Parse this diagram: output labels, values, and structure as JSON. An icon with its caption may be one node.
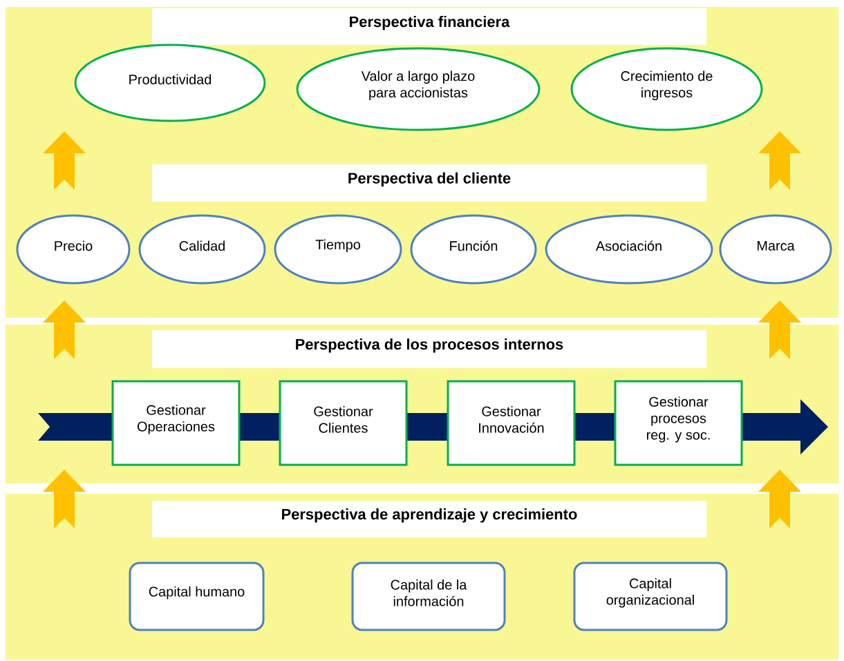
{
  "diagram": {
    "nodes": [
      {
        "text": [],
        "shape": "band"
      },
      {
        "text": [
          "Perspectiva financiera"
        ],
        "in": 0
      },
      {
        "text": [
          "Productividad"
        ],
        "in": 0
      },
      {
        "text": [
          "Valor a largo plazo para accionistas"
        ],
        "in": 0
      },
      {
        "text": [
          "Crecimiento de ingresos"
        ],
        "in": 0
      },
      {
        "text": [
          "Perspectiva del cliente"
        ],
        "in": 0
      },
      {
        "text": [
          "Precio"
        ],
        "in": 0
      },
      {
        "text": [
          "Calidad"
        ],
        "in": 0
      },
      {
        "text": [
          "Tiempo"
        ],
        "in": 0
      },
      {
        "text": [
          "Función"
        ],
        "in": 0
      },
      {
        "text": [
          "Asociación"
        ],
        "in": 0
      },
      {
        "text": [
          "Marca"
        ],
        "in": 0
      },
      {
        "text": [],
        "shape": "band"
      },
      {
        "text": [
          "Perspectiva de los procesos internos"
        ],
        "in": 12
      },
      {
        "text": [
          "Gestionar Operaciones"
        ],
        "in": 12
      },
      {
        "text": [
          "Gestionar Clientes"
        ],
        "in": 12
      },
      {
        "text": [
          "Gestionar Innovación"
        ],
        "in": 12
      },
      {
        "text": [
          "Gestionar procesos reg. y soc."
        ],
        "in": 12
      },
      {
        "text": [],
        "shape": "band"
      },
      {
        "text": [
          "Perspectiva de aprendizaje y crecimiento"
        ],
        "in": 18
      },
      {
        "text": [
          "Capital humano"
        ],
        "in": 18
      },
      {
        "text": [
          "Capital de la información"
        ],
        "in": 18
      },
      {
        "text": [
          "Capital organizacional"
        ],
        "in": 18
      }
    ]
  }
}
